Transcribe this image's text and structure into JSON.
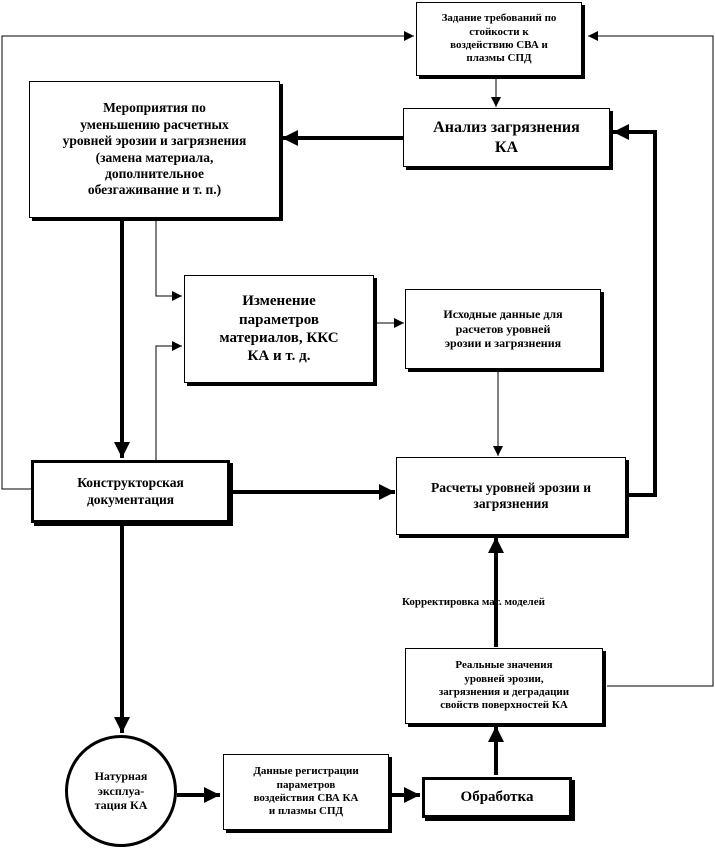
{
  "boxes": {
    "requirements": "Задание требований по\nстойкости к\nвоздействию СВА и\nплазмы СПД",
    "measures": "Мероприятия по\nуменьшению расчетных\nуровней эрозии и загрязнения\n(замена материала,\nдополнительное\nобезгаживание и т. п.)",
    "analysis": "Анализ загрязнения\nКА",
    "param_change": "Изменение\nпараметров\nматериалов, ККС\nКА и т. д.",
    "initial_data": "Исходные данные для\nрасчетов уровней\nэрозии и загрязнения",
    "design_docs": "Конструкторская\nдокументация",
    "calculations": "Расчеты уровней эрозии и\nзагрязнения",
    "real_values": "Реальные значения\nуровней эрозии,\nзагрязнения и деградации\nсвойств поверхностей КА",
    "natural_operation": "Натурная\nэксплуа-\nтация КА",
    "registration": "Данные регистрации\nпараметров\nвоздействия СВА КА\nи плазмы СПД",
    "processing": "Обработка"
  },
  "labels": {
    "correction": "Корректировка мат. моделей"
  }
}
